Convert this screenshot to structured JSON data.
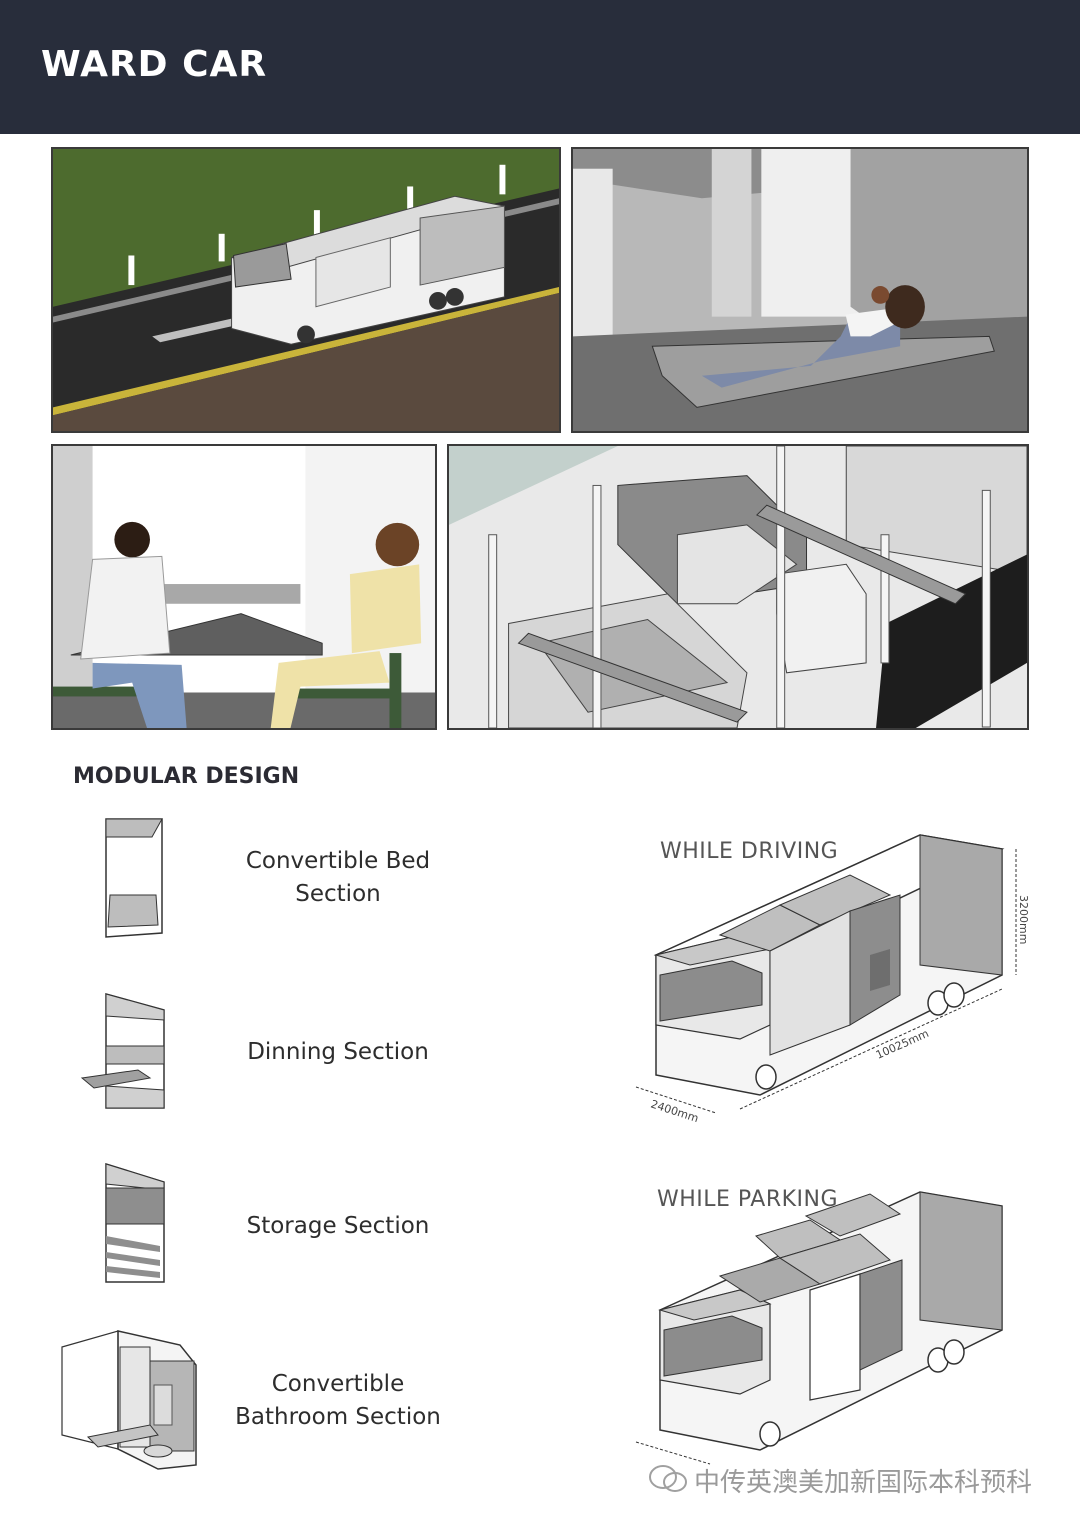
{
  "header": {
    "title": "WARD CAR"
  },
  "modular": {
    "title": "MODULAR DESIGN",
    "sections": [
      {
        "label": "Convertible Bed\nSection",
        "icon": "bed-module-icon"
      },
      {
        "label": "Dinning Section",
        "icon": "dining-module-icon"
      },
      {
        "label": "Storage Section",
        "icon": "storage-module-icon"
      },
      {
        "label": "Convertible\nBathroom Section",
        "icon": "bathroom-module-icon"
      }
    ]
  },
  "views": {
    "driving": {
      "label": "WHILE DRIVING",
      "dim_height": "3200mm",
      "dim_length": "10025mm",
      "dim_width": "2400mm"
    },
    "parking": {
      "label": "WHILE PARKING"
    }
  },
  "watermark": {
    "text": "中传英澳美加新国际本科预科"
  },
  "colors": {
    "header_bg": "#282d3b",
    "grass": "#4d6b2e",
    "road": "#2a2a2a",
    "accent_line": "#c9b43a"
  }
}
